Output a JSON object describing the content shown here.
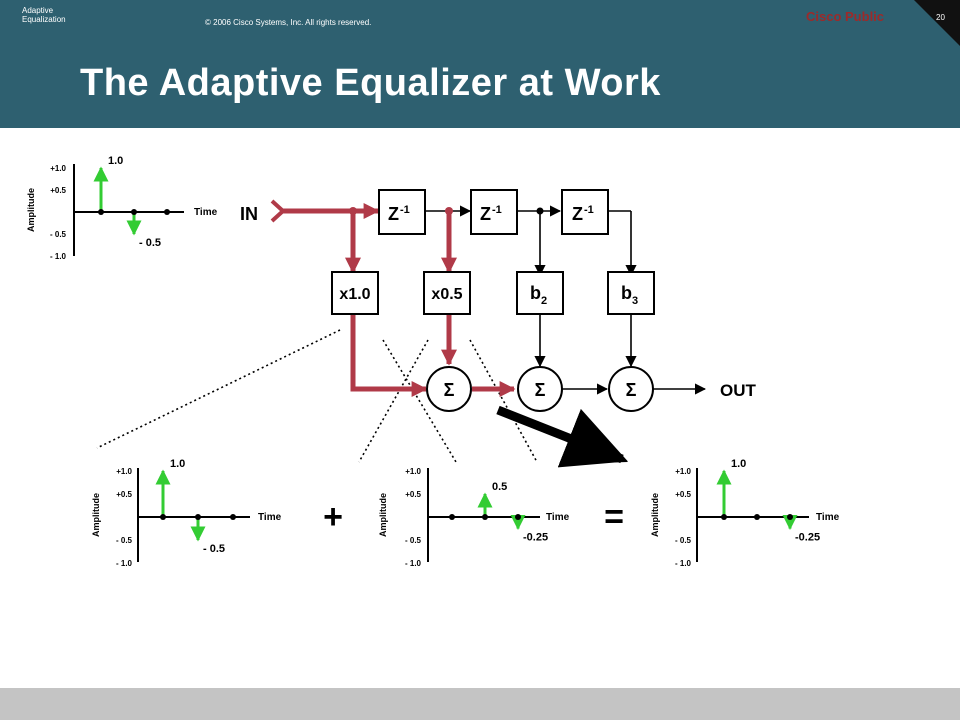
{
  "header": {
    "title": "The Adaptive Equalizer at Work"
  },
  "colors": {
    "header_bg": "#2e6070",
    "signal_path": "#b03a48",
    "impulse": "#33cc33",
    "footer_bg": "#c4c4c4",
    "classification": "#9c2a2a"
  },
  "filter": {
    "in_label": "IN",
    "out_label": "OUT",
    "delay_label": "Z",
    "delay_exp": "-1",
    "taps": [
      {
        "main": "x1.0",
        "sub": ""
      },
      {
        "main": "x0.5",
        "sub": ""
      },
      {
        "main": "b",
        "sub": "2"
      },
      {
        "main": "b",
        "sub": "3"
      }
    ],
    "sum_symbol": "Σ"
  },
  "operators": {
    "plus": "+",
    "equals": "="
  },
  "plots": [
    {
      "id": "input",
      "y_label": "Amplitude",
      "x_label": "Time",
      "ticks": [
        "+1.0",
        "+0.5",
        "- 0.5",
        "- 1.0"
      ],
      "pulses": [
        {
          "value": 1.0,
          "label": "1.0"
        },
        {
          "value": -0.5,
          "label": "- 0.5"
        },
        {
          "value": 0,
          "label": ""
        }
      ]
    },
    {
      "id": "tap1",
      "y_label": "Amplitude",
      "x_label": "Time",
      "ticks": [
        "+1.0",
        "+0.5",
        "- 0.5",
        "- 1.0"
      ],
      "pulses": [
        {
          "value": 1.0,
          "label": "1.0"
        },
        {
          "value": -0.5,
          "label": "- 0.5"
        },
        {
          "value": 0,
          "label": ""
        }
      ]
    },
    {
      "id": "tap2",
      "y_label": "Amplitude",
      "x_label": "Time",
      "ticks": [
        "+1.0",
        "+0.5",
        "- 0.5",
        "- 1.0"
      ],
      "pulses": [
        {
          "value": 0,
          "label": ""
        },
        {
          "value": 0.5,
          "label": "0.5"
        },
        {
          "value": -0.25,
          "label": "-0.25"
        }
      ]
    },
    {
      "id": "output",
      "y_label": "Amplitude",
      "x_label": "Time",
      "ticks": [
        "+1.0",
        "+0.5",
        "- 0.5",
        "- 1.0"
      ],
      "pulses": [
        {
          "value": 1.0,
          "label": "1.0"
        },
        {
          "value": 0,
          "label": ""
        },
        {
          "value": -0.25,
          "label": "-0.25"
        }
      ]
    }
  ],
  "footer": {
    "section": "Adaptive Equalization",
    "copyright": "© 2006 Cisco Systems, Inc. All rights reserved.",
    "classification": "Cisco Public",
    "page": "20"
  }
}
